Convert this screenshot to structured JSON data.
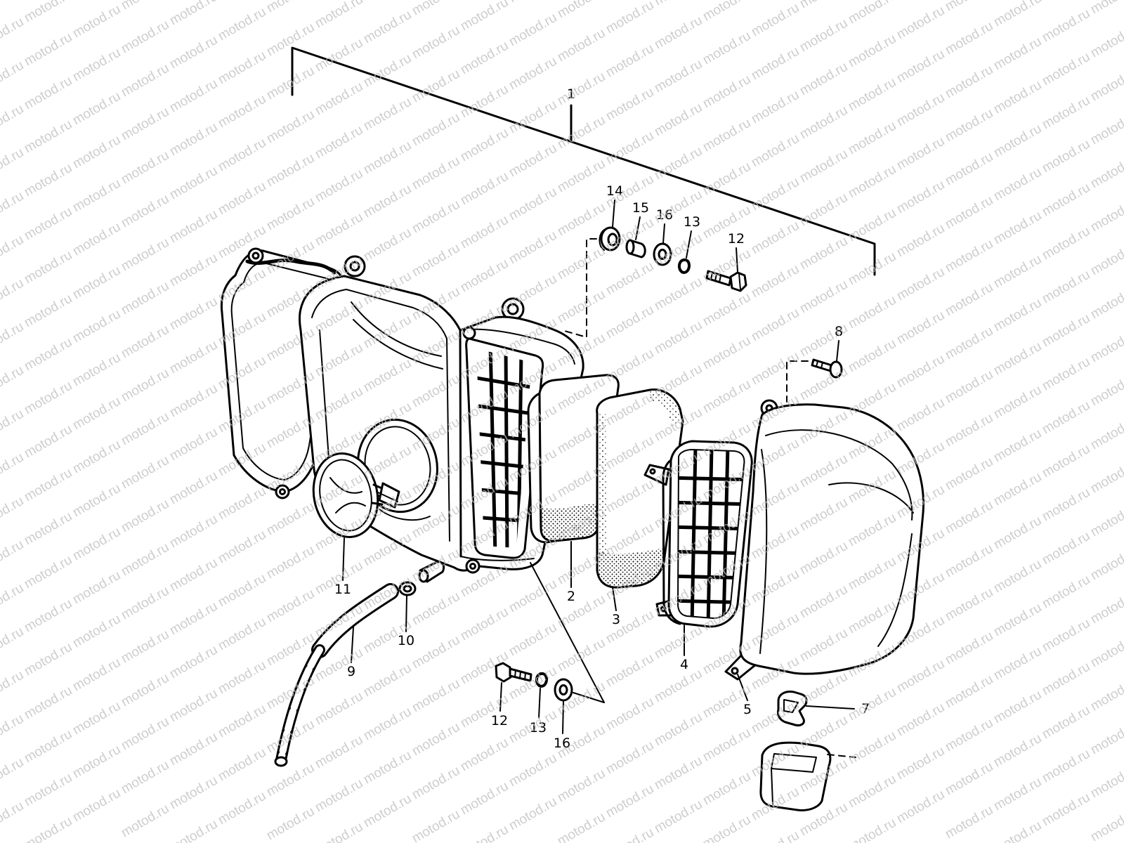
{
  "watermark": "motod.ru",
  "callouts": [
    "1",
    "14",
    "15",
    "16",
    "13",
    "12",
    "8",
    "2",
    "3",
    "4",
    "5",
    "7",
    "11",
    "10",
    "9",
    "12",
    "13",
    "16"
  ],
  "colors": {
    "line": "#000000",
    "background": "#ffffff",
    "watermark": "#bdbdbd"
  }
}
